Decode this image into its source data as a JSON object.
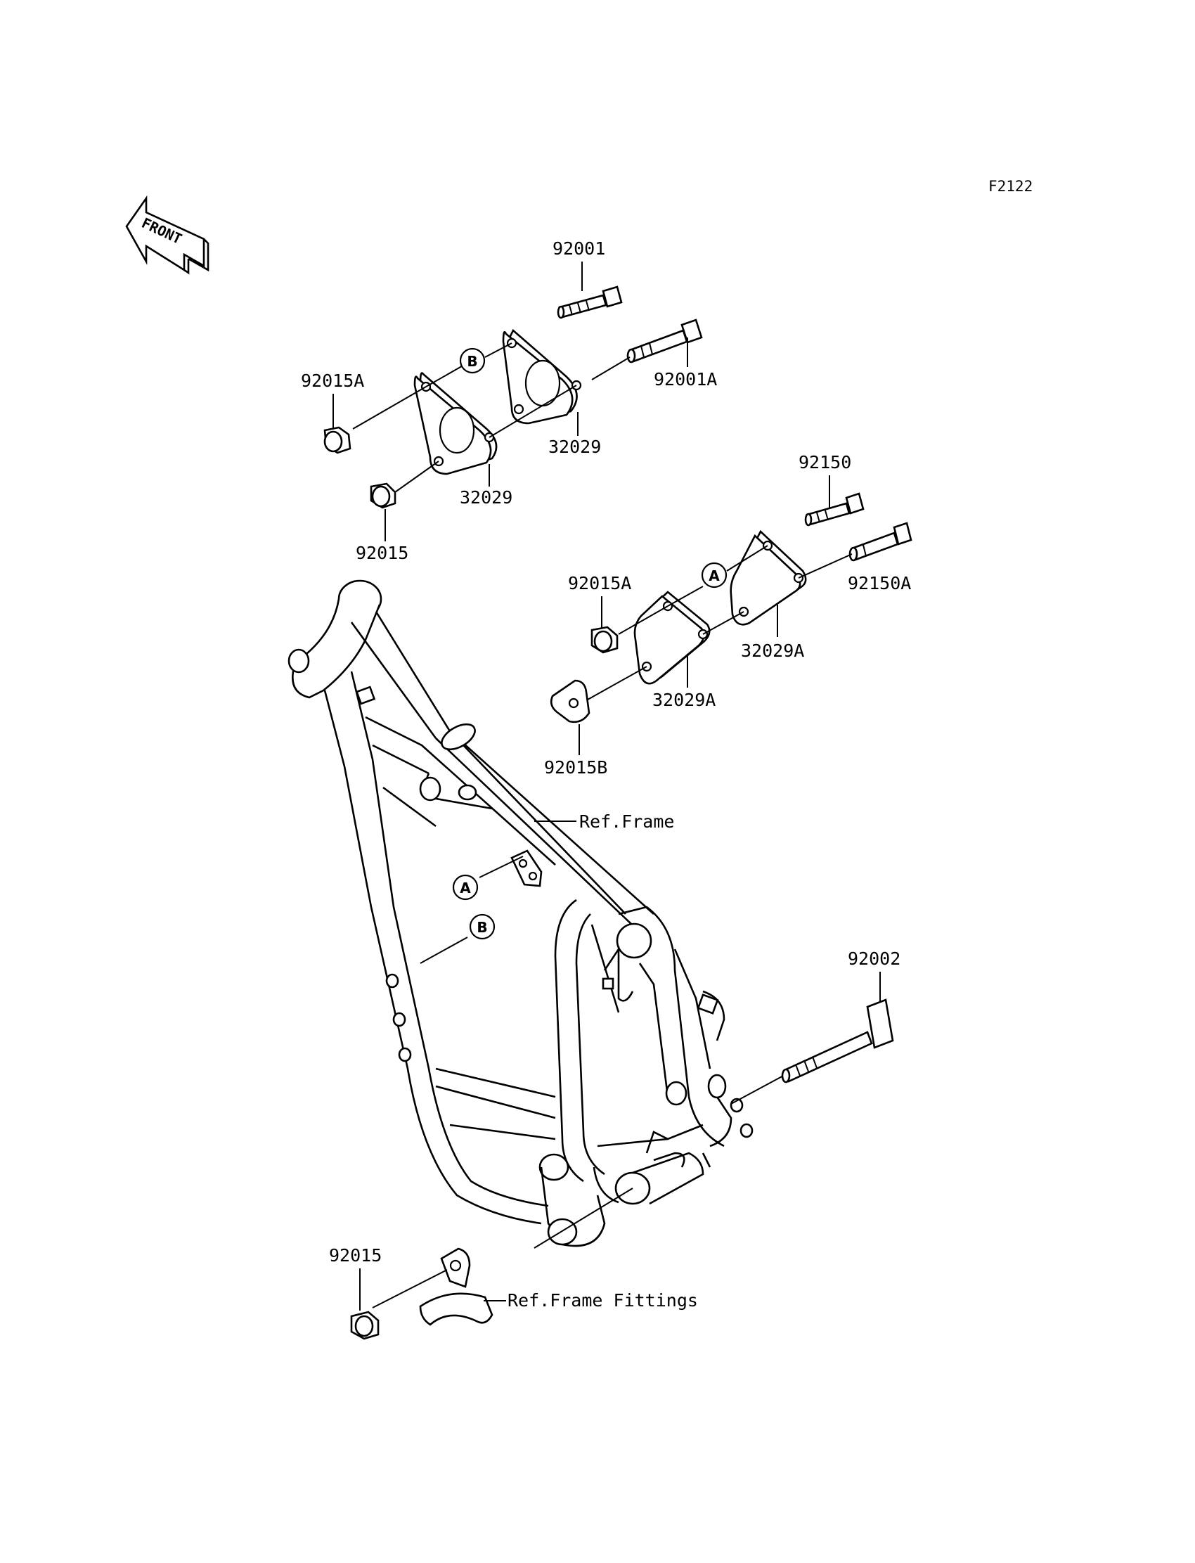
{
  "figure_code": "F2122",
  "front_arrow_text": "FRONT",
  "parts": [
    {
      "id": "p1",
      "label": "92001"
    },
    {
      "id": "p2",
      "label": "92001A"
    },
    {
      "id": "p3",
      "label": "92015A"
    },
    {
      "id": "p4",
      "label": "32029"
    },
    {
      "id": "p5",
      "label": "32029"
    },
    {
      "id": "p6",
      "label": "92015"
    },
    {
      "id": "p7",
      "label": "92150"
    },
    {
      "id": "p8",
      "label": "92150A"
    },
    {
      "id": "p9",
      "label": "92015A"
    },
    {
      "id": "p10",
      "label": "32029A"
    },
    {
      "id": "p11",
      "label": "32029A"
    },
    {
      "id": "p12",
      "label": "92015B"
    },
    {
      "id": "p13",
      "label": "Ref.Frame"
    },
    {
      "id": "p14",
      "label": "92002"
    },
    {
      "id": "p15",
      "label": "92015"
    },
    {
      "id": "p16",
      "label": "Ref.Frame Fittings"
    }
  ],
  "markers": {
    "a": "A",
    "b": "B"
  }
}
